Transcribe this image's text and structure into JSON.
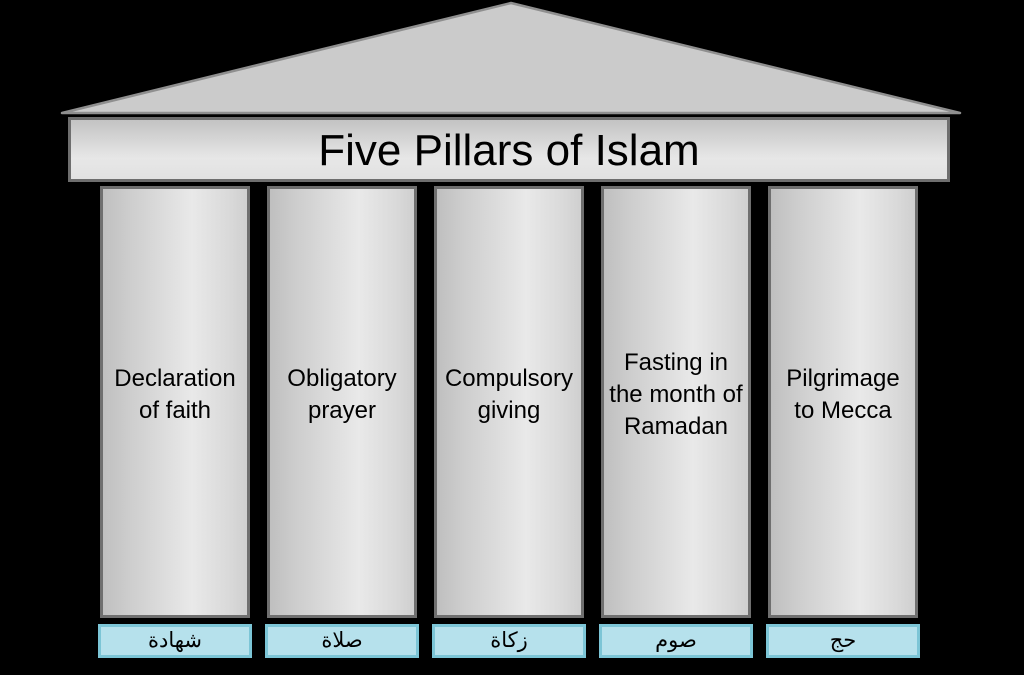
{
  "header": {
    "title": "Five Pillars of Islam"
  },
  "pillars": [
    {
      "label": "Declaration\nof faith",
      "arabic_label": "شهادة"
    },
    {
      "label": "Obligatory\nprayer",
      "arabic_label": "صلاة"
    },
    {
      "label": "Compulsory\ngiving",
      "arabic_label": "زكاة"
    },
    {
      "label": "Fasting in\nthe month of\nRamadan",
      "arabic_label": "صوم"
    },
    {
      "label": "Pilgrimage\nto Mecca",
      "arabic_label": "حج"
    }
  ],
  "colors": {
    "background": "#000000",
    "roof_fill": "#cbcbcb",
    "roof_stroke": "#8f8f8f",
    "entablature_border": "#6e6e6e",
    "pillar_border": "#6f6f6f",
    "label_box_fill": "#b6e1ec",
    "label_box_border": "#7cc5d6",
    "text": "#000000"
  }
}
